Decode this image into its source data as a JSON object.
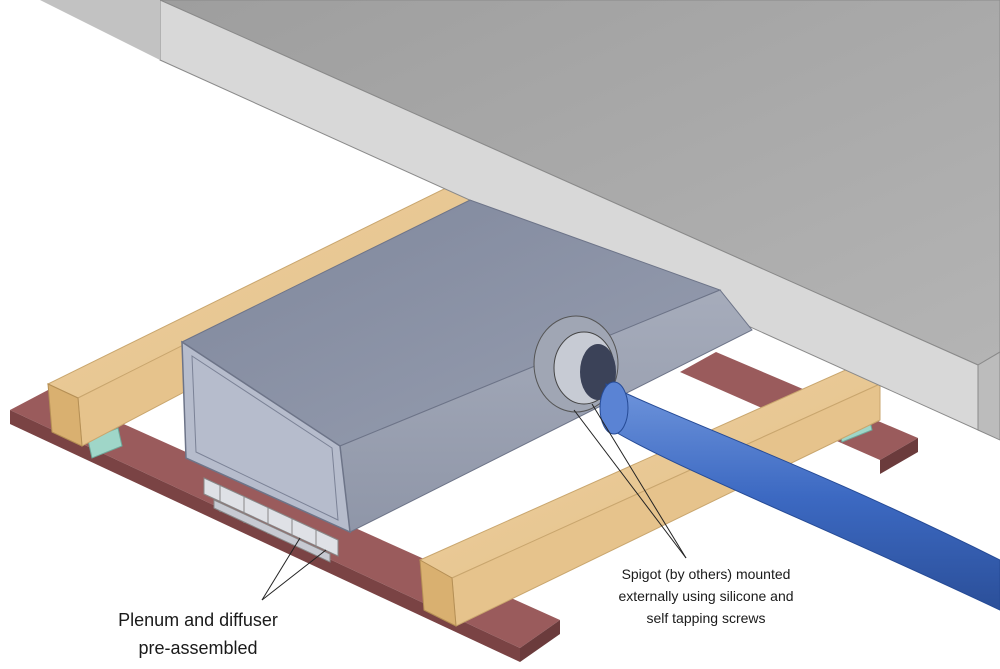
{
  "annotations": {
    "plenum_label": {
      "lines": [
        "Plenum and diffuser",
        "pre-assembled"
      ]
    },
    "spigot_label": {
      "lines": [
        "Spigot (by others) mounted",
        "externally using silicone and",
        "self tapping screws"
      ]
    }
  },
  "colors": {
    "floor_slab_top": "#a9a9a9",
    "floor_slab_edge": "#c8c8c8",
    "timber_joist": "#e9c894",
    "timber_end_grain": "#d9b070",
    "base_plank": "#9a5b5c",
    "plenum_box": "#8c93a6",
    "plenum_front": "#b6bccc",
    "duct": "#3f6ec8",
    "rubber_pad": "#9fd6c8"
  },
  "icons": [
    "plenum-box",
    "flexible-duct",
    "spigot-collar",
    "timber-joist",
    "base-plank",
    "floor-slab",
    "diffuser-grille"
  ]
}
